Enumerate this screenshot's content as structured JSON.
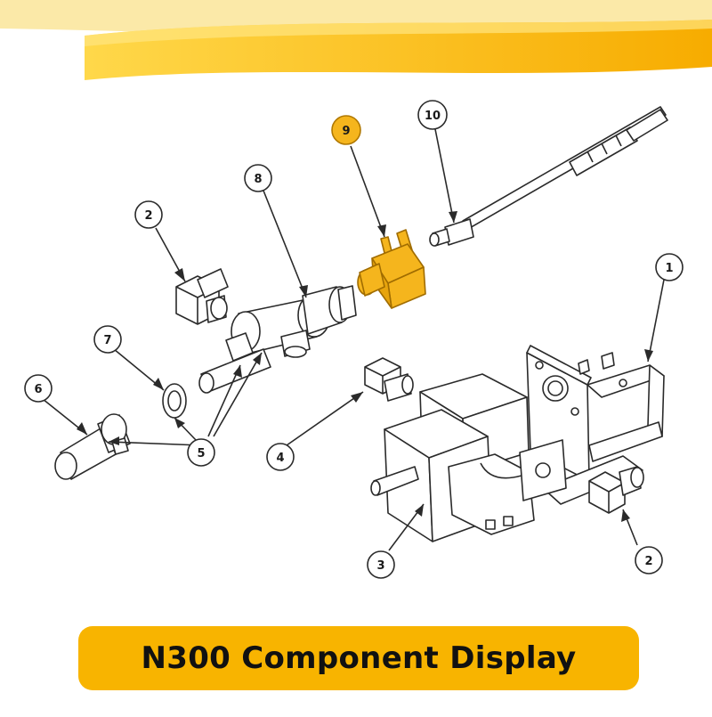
{
  "colors": {
    "accent": "#f8b400",
    "accent_light": "#ffd23a",
    "line": "#2a2a2a",
    "part_fill": "#ffffff",
    "highlight_fill": "#f5b51d",
    "highlight_stroke": "#b07800"
  },
  "callouts": [
    {
      "id": "callout-1",
      "label": "1"
    },
    {
      "id": "callout-2-top",
      "label": "2"
    },
    {
      "id": "callout-2-bottom",
      "label": "2"
    },
    {
      "id": "callout-3",
      "label": "3"
    },
    {
      "id": "callout-4",
      "label": "4"
    },
    {
      "id": "callout-5",
      "label": "5"
    },
    {
      "id": "callout-6",
      "label": "6"
    },
    {
      "id": "callout-7",
      "label": "7"
    },
    {
      "id": "callout-8",
      "label": "8"
    },
    {
      "id": "callout-9",
      "label": "9",
      "highlighted": true
    },
    {
      "id": "callout-10",
      "label": "10"
    }
  ],
  "caption": {
    "text": "N300 Component Display"
  }
}
